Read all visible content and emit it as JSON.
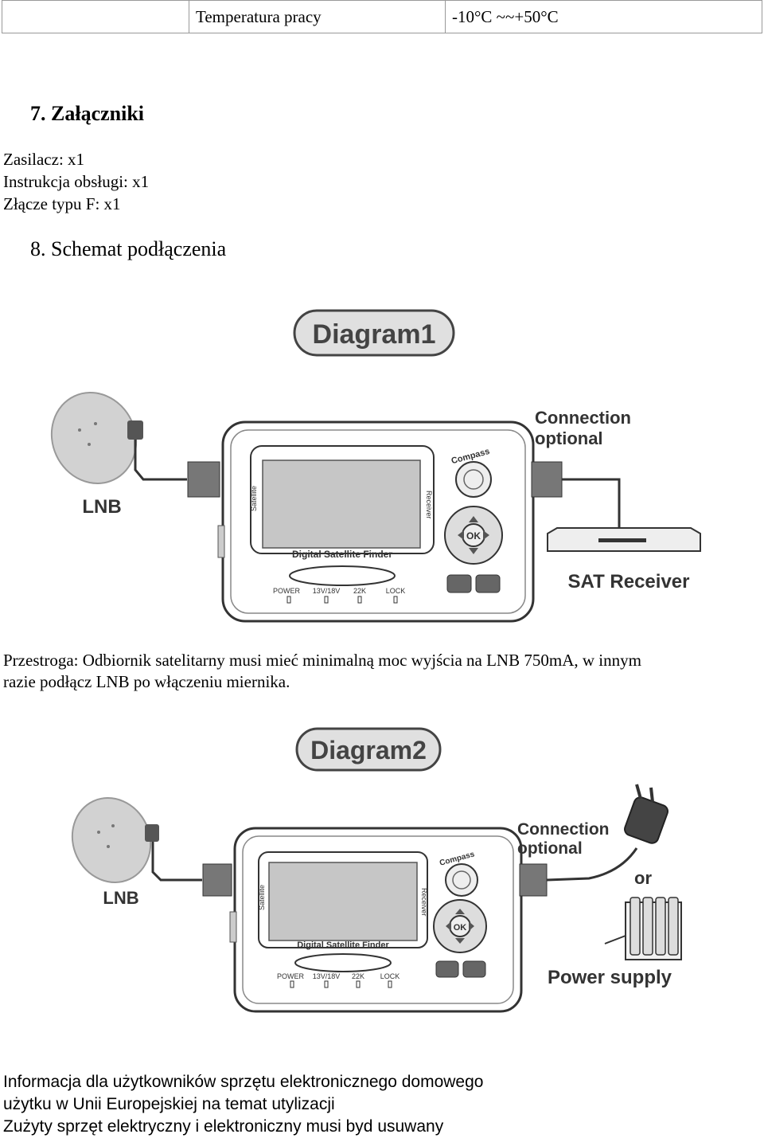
{
  "spec_row": {
    "label": "Temperatura pracy",
    "value": "-10°C ~~+50°C"
  },
  "section7": {
    "title": "7.  Załączniki",
    "items": [
      "Zasilacz:  x1",
      "Instrukcja obsługi:   x1",
      "Złącze typu F:    x1"
    ]
  },
  "section8": {
    "title": "8.  Schemat podłączenia"
  },
  "diagram1": {
    "title": "Diagram1",
    "lnb": "LNB",
    "connection_line1": "Connection",
    "connection_line2": "optional",
    "receiver": "SAT Receiver",
    "screen_left": "Satellite",
    "screen_right": "Receiver",
    "compass": "Compass",
    "ok": "OK",
    "device_name": "Digital Satellite Finder",
    "leds": [
      "POWER",
      "13V/18V",
      "22K",
      "LOCK"
    ]
  },
  "warning": {
    "line1": "Przestroga: Odbiornik satelitarny musi mieć minimalną moc wyjścia na LNB 750mA, w innym",
    "line2": "razie podłącz LNB po włączeniu miernika."
  },
  "diagram2": {
    "title": "Diagram2",
    "lnb": "LNB",
    "connection_line1": "Connection",
    "connection_line2": "optional",
    "or": "or",
    "power": "Power supply",
    "screen_left": "Satellite",
    "screen_right": "Receiver",
    "compass": "Compass",
    "ok": "OK",
    "device_name": "Digital Satellite Finder",
    "leds": [
      "POWER",
      "13V/18V",
      "22K",
      "LOCK"
    ]
  },
  "footer": {
    "line1": "Informacja dla użytkowników sprzętu elektronicznego domowego",
    "line2": "użytku w Unii Europejskiej na temat utylizacji",
    "line3": "Zużyty sprzęt elektryczny i elektroniczny musi byd usuwany"
  },
  "colors": {
    "text": "#000000",
    "table_border": "#999999",
    "diagram_line": "#333333"
  }
}
